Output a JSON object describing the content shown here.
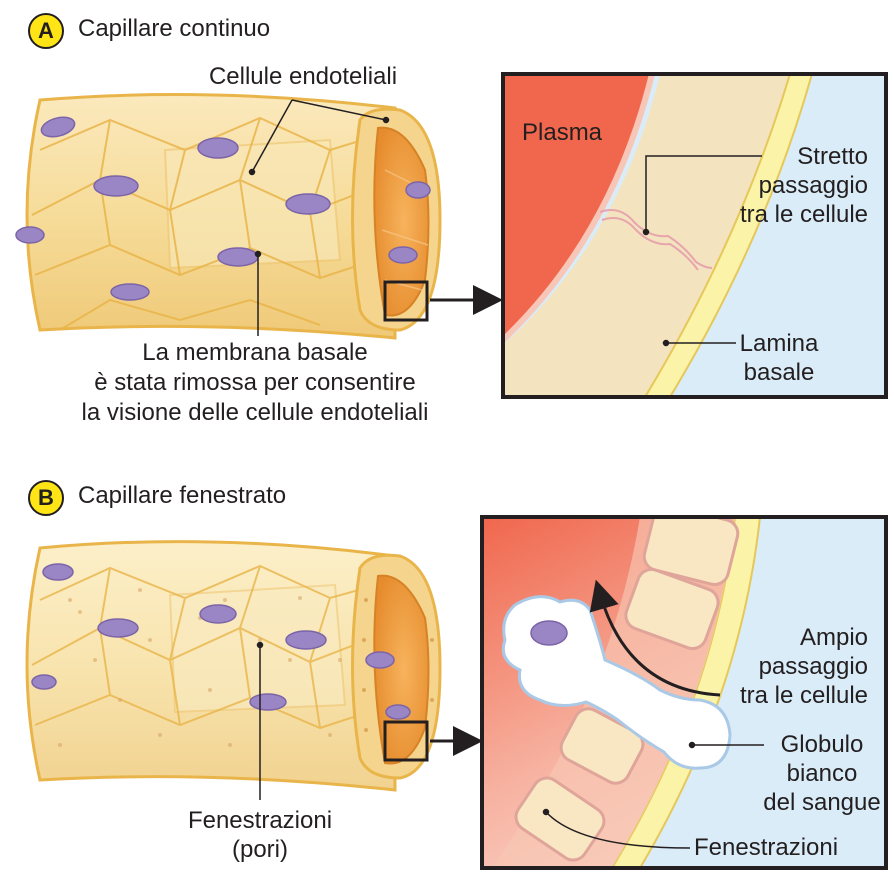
{
  "panel_a": {
    "badge": "A",
    "title": "Capillare continuo",
    "label_endothelial": "Cellule endoteliali",
    "caption": [
      "La membrana basale",
      "è stata rimossa per consentire",
      "la visione delle cellule endoteliali"
    ],
    "inset": {
      "plasma": "Plasma",
      "narrow_gap": [
        "Stretto",
        "passaggio",
        "tra le cellule"
      ],
      "basal_lamina": [
        "Lamina",
        "basale"
      ]
    }
  },
  "panel_b": {
    "badge": "B",
    "title": "Capillare fenestrato",
    "label_fenestrations": [
      "Fenestrazioni",
      "(pori)"
    ],
    "inset": {
      "wide_gap": [
        "Ampio",
        "passaggio",
        "tra le cellule"
      ],
      "white_cell": [
        "Globulo",
        "bianco",
        "del sangue"
      ],
      "fenestrations": "Fenestrazioni"
    }
  },
  "colors": {
    "plasma": "#f0674d",
    "tube_fill": "#f5dc98",
    "tube_edge": "#e9b54a",
    "nucleus": "#9a86c4",
    "tissue": "#d9ecf8",
    "badge": "#ffe516"
  }
}
